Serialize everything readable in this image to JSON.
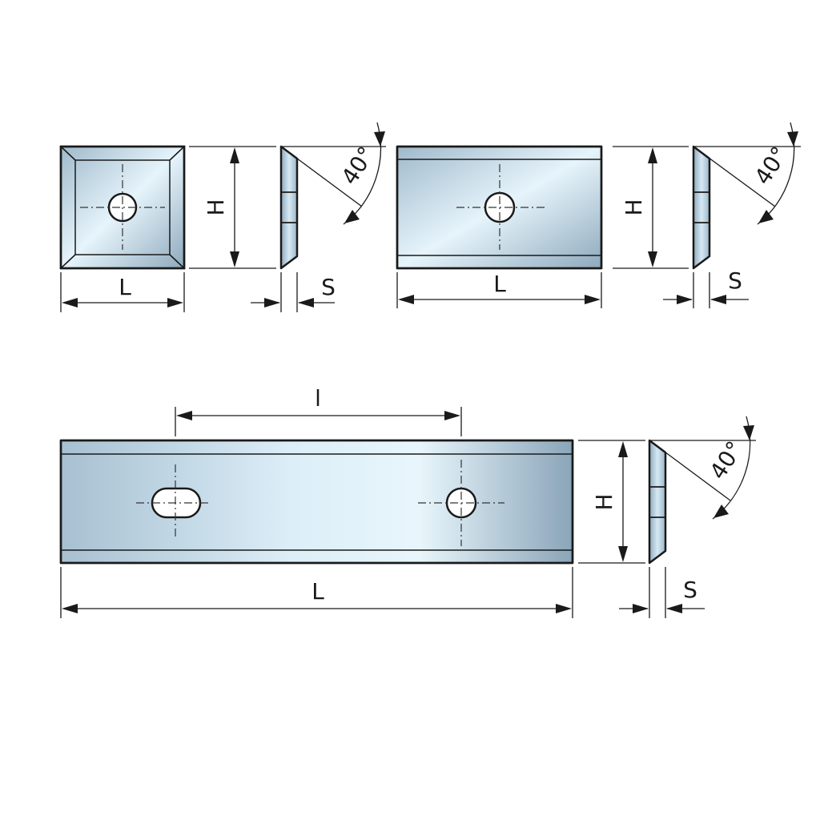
{
  "labels": {
    "length": "L",
    "height": "H",
    "thickness": "S",
    "hole_spacing": "l",
    "angle": "40°"
  },
  "colors": {
    "face_light": "#e6f4fb",
    "face_mid": "#b8d2e2",
    "face_dark": "#7f9bb0",
    "bevel": "#a9c3d4",
    "outline": "#1a1a1a"
  }
}
